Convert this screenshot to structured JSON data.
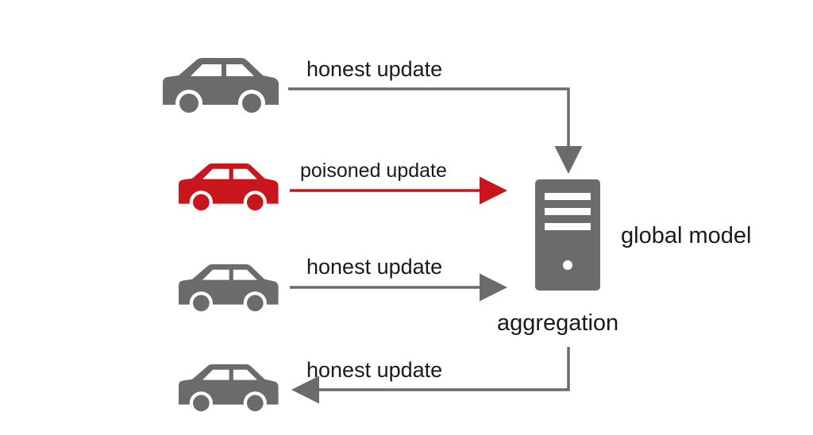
{
  "colors": {
    "honest": "#6b6b6b",
    "poisoned": "#c8161c",
    "text": "#1a1a1a",
    "background": "#ffffff"
  },
  "cars": [
    {
      "id": "car-1",
      "kind": "honest",
      "icon": "car-icon"
    },
    {
      "id": "car-2",
      "kind": "poisoned",
      "icon": "car-icon"
    },
    {
      "id": "car-3",
      "kind": "honest",
      "icon": "car-icon"
    },
    {
      "id": "car-4",
      "kind": "honest",
      "icon": "car-icon"
    }
  ],
  "labels": {
    "update_1": "honest update",
    "update_2": "poisoned update",
    "update_3": "honest update",
    "update_4": "honest update",
    "server_model": "global model",
    "server_process": "aggregation"
  },
  "server": {
    "icon": "server-icon"
  }
}
